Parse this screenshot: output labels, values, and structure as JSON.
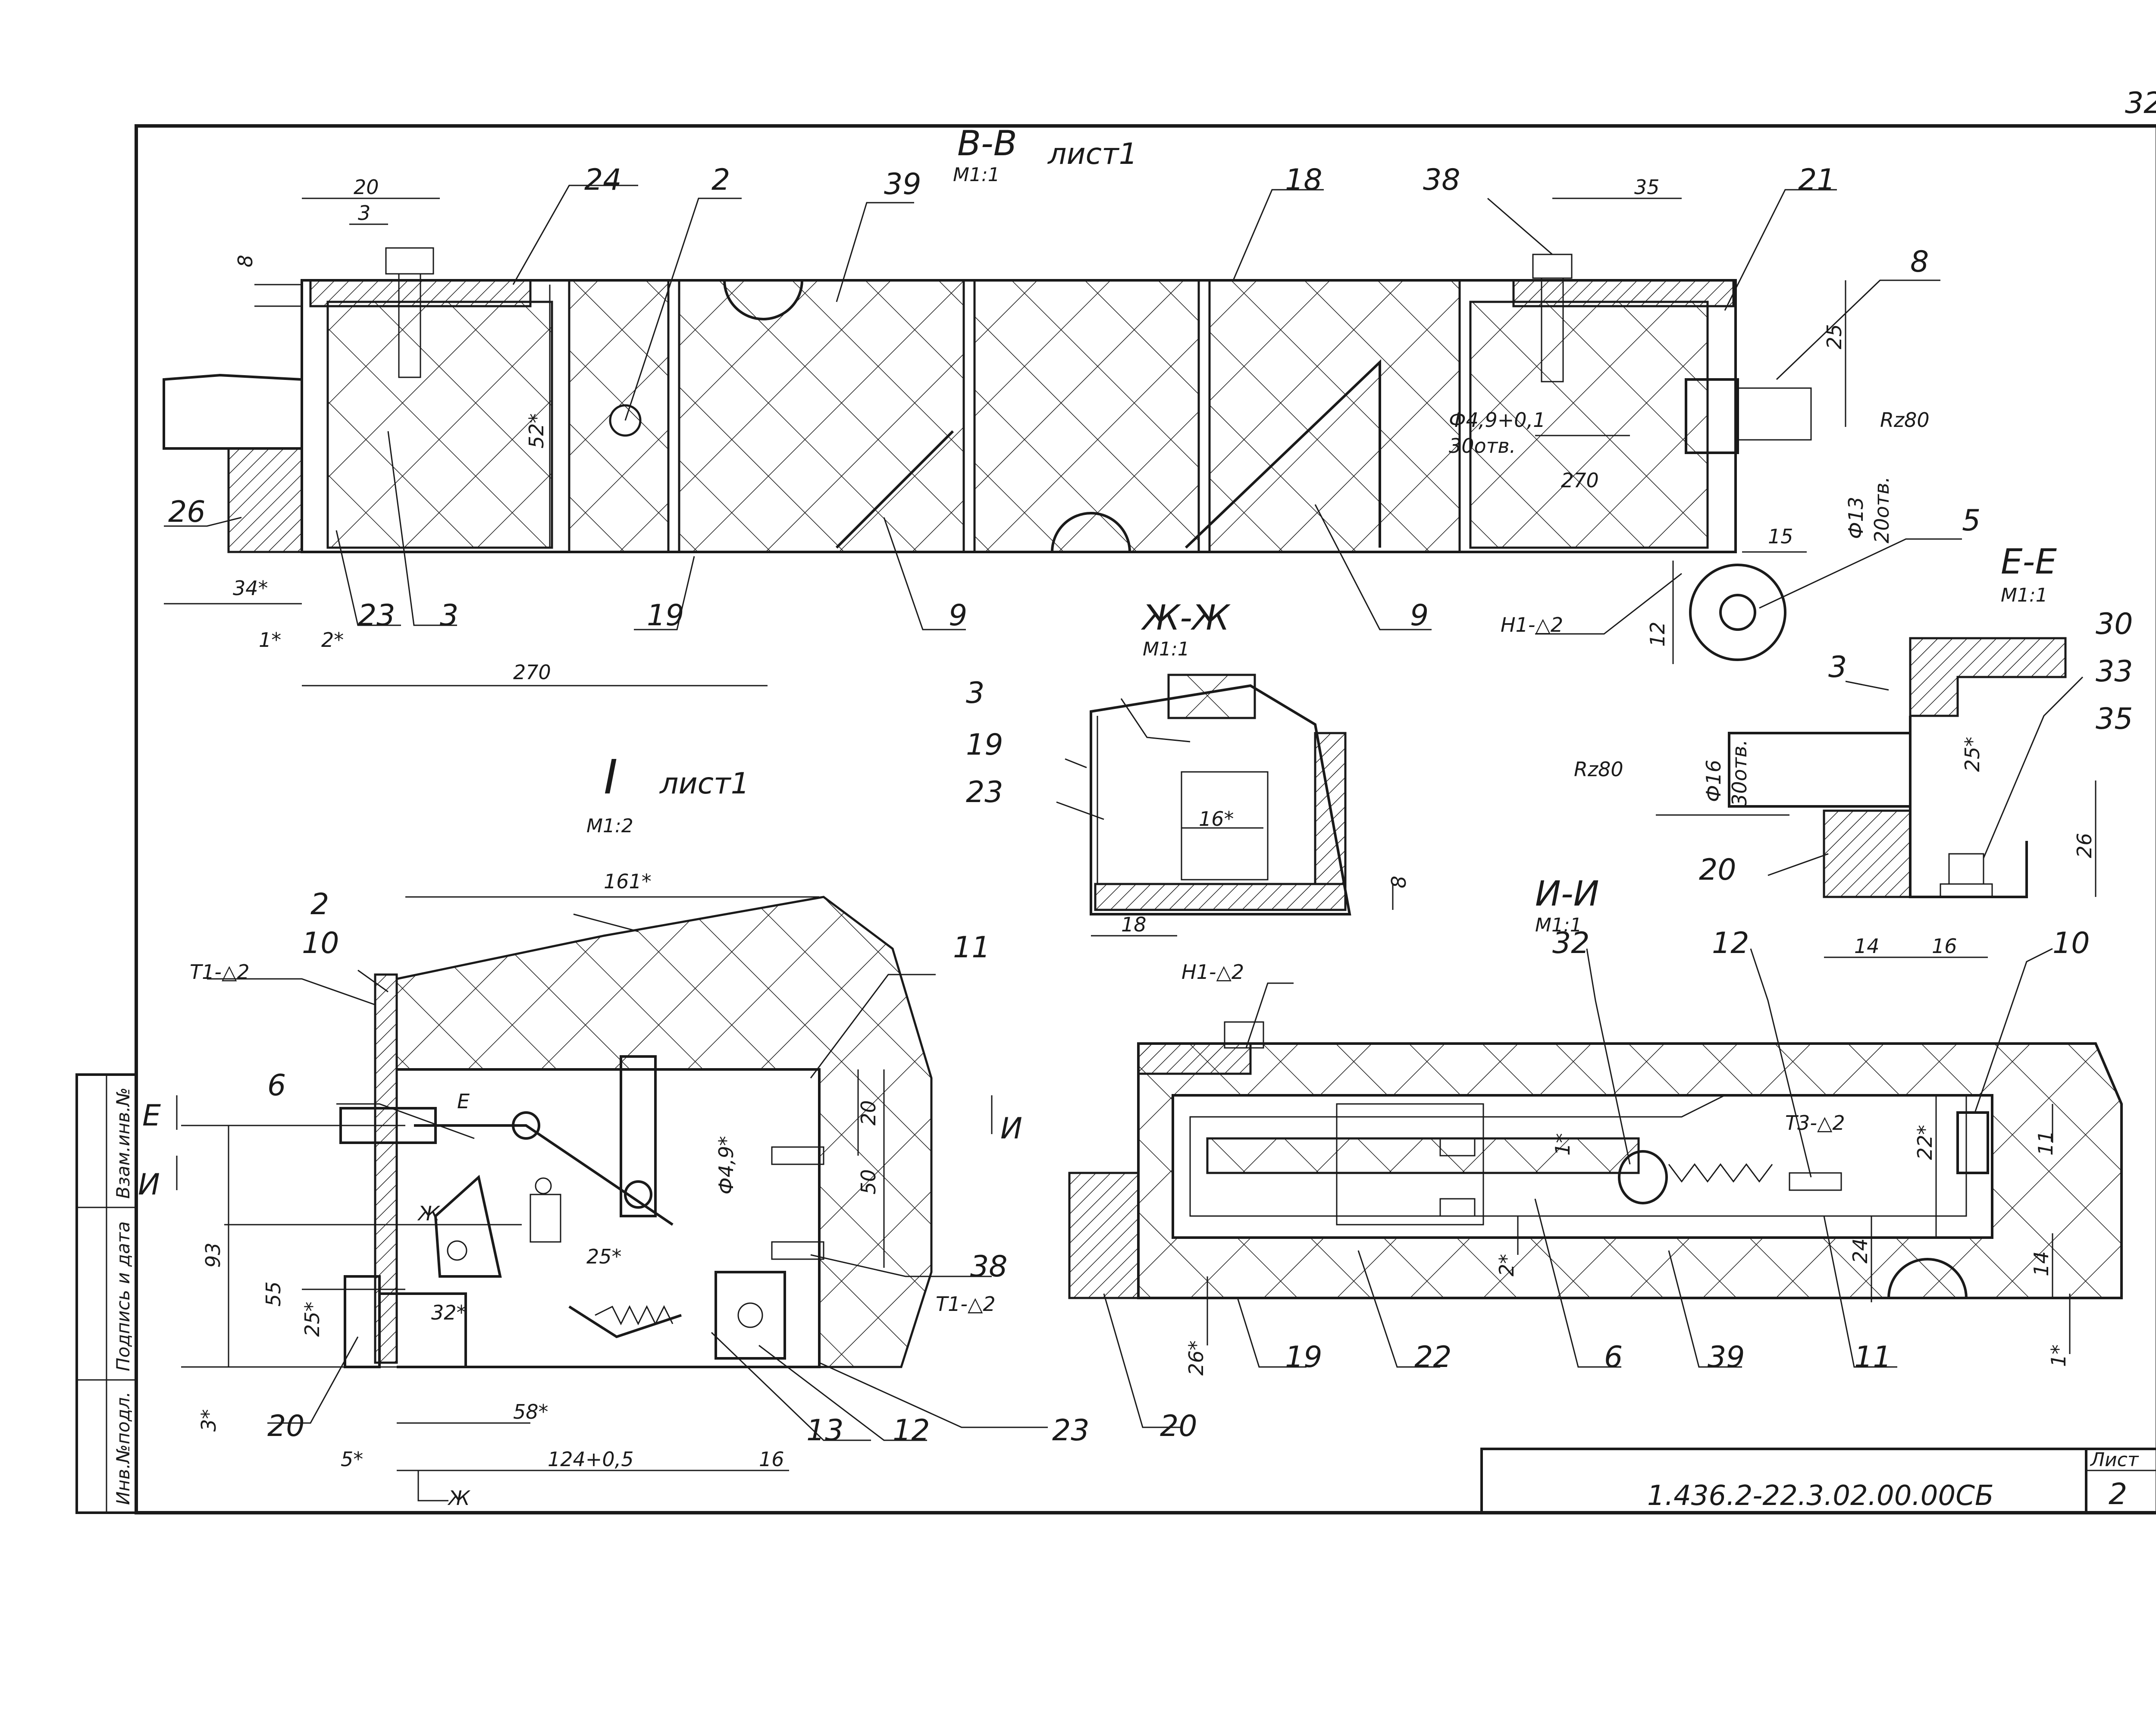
{
  "sheet": {
    "page_no": "32",
    "document_code": "1.436.2-22.3.02.00.00СБ",
    "sheet_header": "Лист",
    "sheet_number": "2"
  },
  "side_stamp": [
    "Инв.№подл.",
    "Подпись и дата",
    "Взам.инв.№"
  ],
  "views": {
    "bb": {
      "title": "В-В",
      "ref": "лист1",
      "scale": "М1:1"
    },
    "zhzh": {
      "title": "Ж-Ж",
      "scale": "М1:1"
    },
    "ee": {
      "title": "Е-Е",
      "scale": "М1:1"
    },
    "ii": {
      "title": "И-И",
      "scale": "М1:1"
    },
    "node1": {
      "title": "I",
      "ref": "лист1",
      "scale": "М1:2"
    }
  },
  "section_marks": {
    "e": "Е",
    "i": "И",
    "zh": "Ж"
  },
  "part_labels": {
    "bb": [
      "24",
      "2",
      "39",
      "18",
      "38",
      "21",
      "8",
      "26",
      "23",
      "3",
      "19",
      "9",
      "9",
      "5"
    ],
    "zhzh": [
      "3",
      "19",
      "23"
    ],
    "ee": [
      "3",
      "30",
      "33",
      "35",
      "20"
    ],
    "node1": [
      "2",
      "10",
      "11",
      "6",
      "20",
      "13",
      "12",
      "23",
      "38"
    ],
    "ii": [
      "32",
      "12",
      "10",
      "19",
      "22",
      "6",
      "39",
      "11",
      "20"
    ]
  },
  "weld_marks": {
    "bb": "Н1-△2",
    "ii": "Н1-△2",
    "node1_a": "Т1-△2",
    "node1_b": "Т1-△2",
    "ii_t3": "Т3-△2"
  },
  "dimensions": {
    "bb": [
      "20",
      "3",
      "8",
      "52*",
      "34*",
      "1*",
      "2*",
      "270",
      "35",
      "25",
      "Ф4,9+0,1",
      "30отв.",
      "270",
      "Rz80",
      "Ф13",
      "20отв.",
      "15",
      "12"
    ],
    "zhzh": [
      "16*",
      "18",
      "8"
    ],
    "ee": [
      "Ф16",
      "30отв.",
      "Rz80",
      "25*",
      "26",
      "14",
      "16"
    ],
    "node1": [
      "161*",
      "93",
      "55",
      "25*",
      "3*",
      "32*",
      "58*",
      "5*",
      "124+0,5",
      "16",
      "25*",
      "Ф4,9*",
      "20",
      "50"
    ],
    "ii": [
      "1*",
      "22*",
      "11",
      "2*",
      "24",
      "14",
      "26*",
      "1*"
    ]
  }
}
